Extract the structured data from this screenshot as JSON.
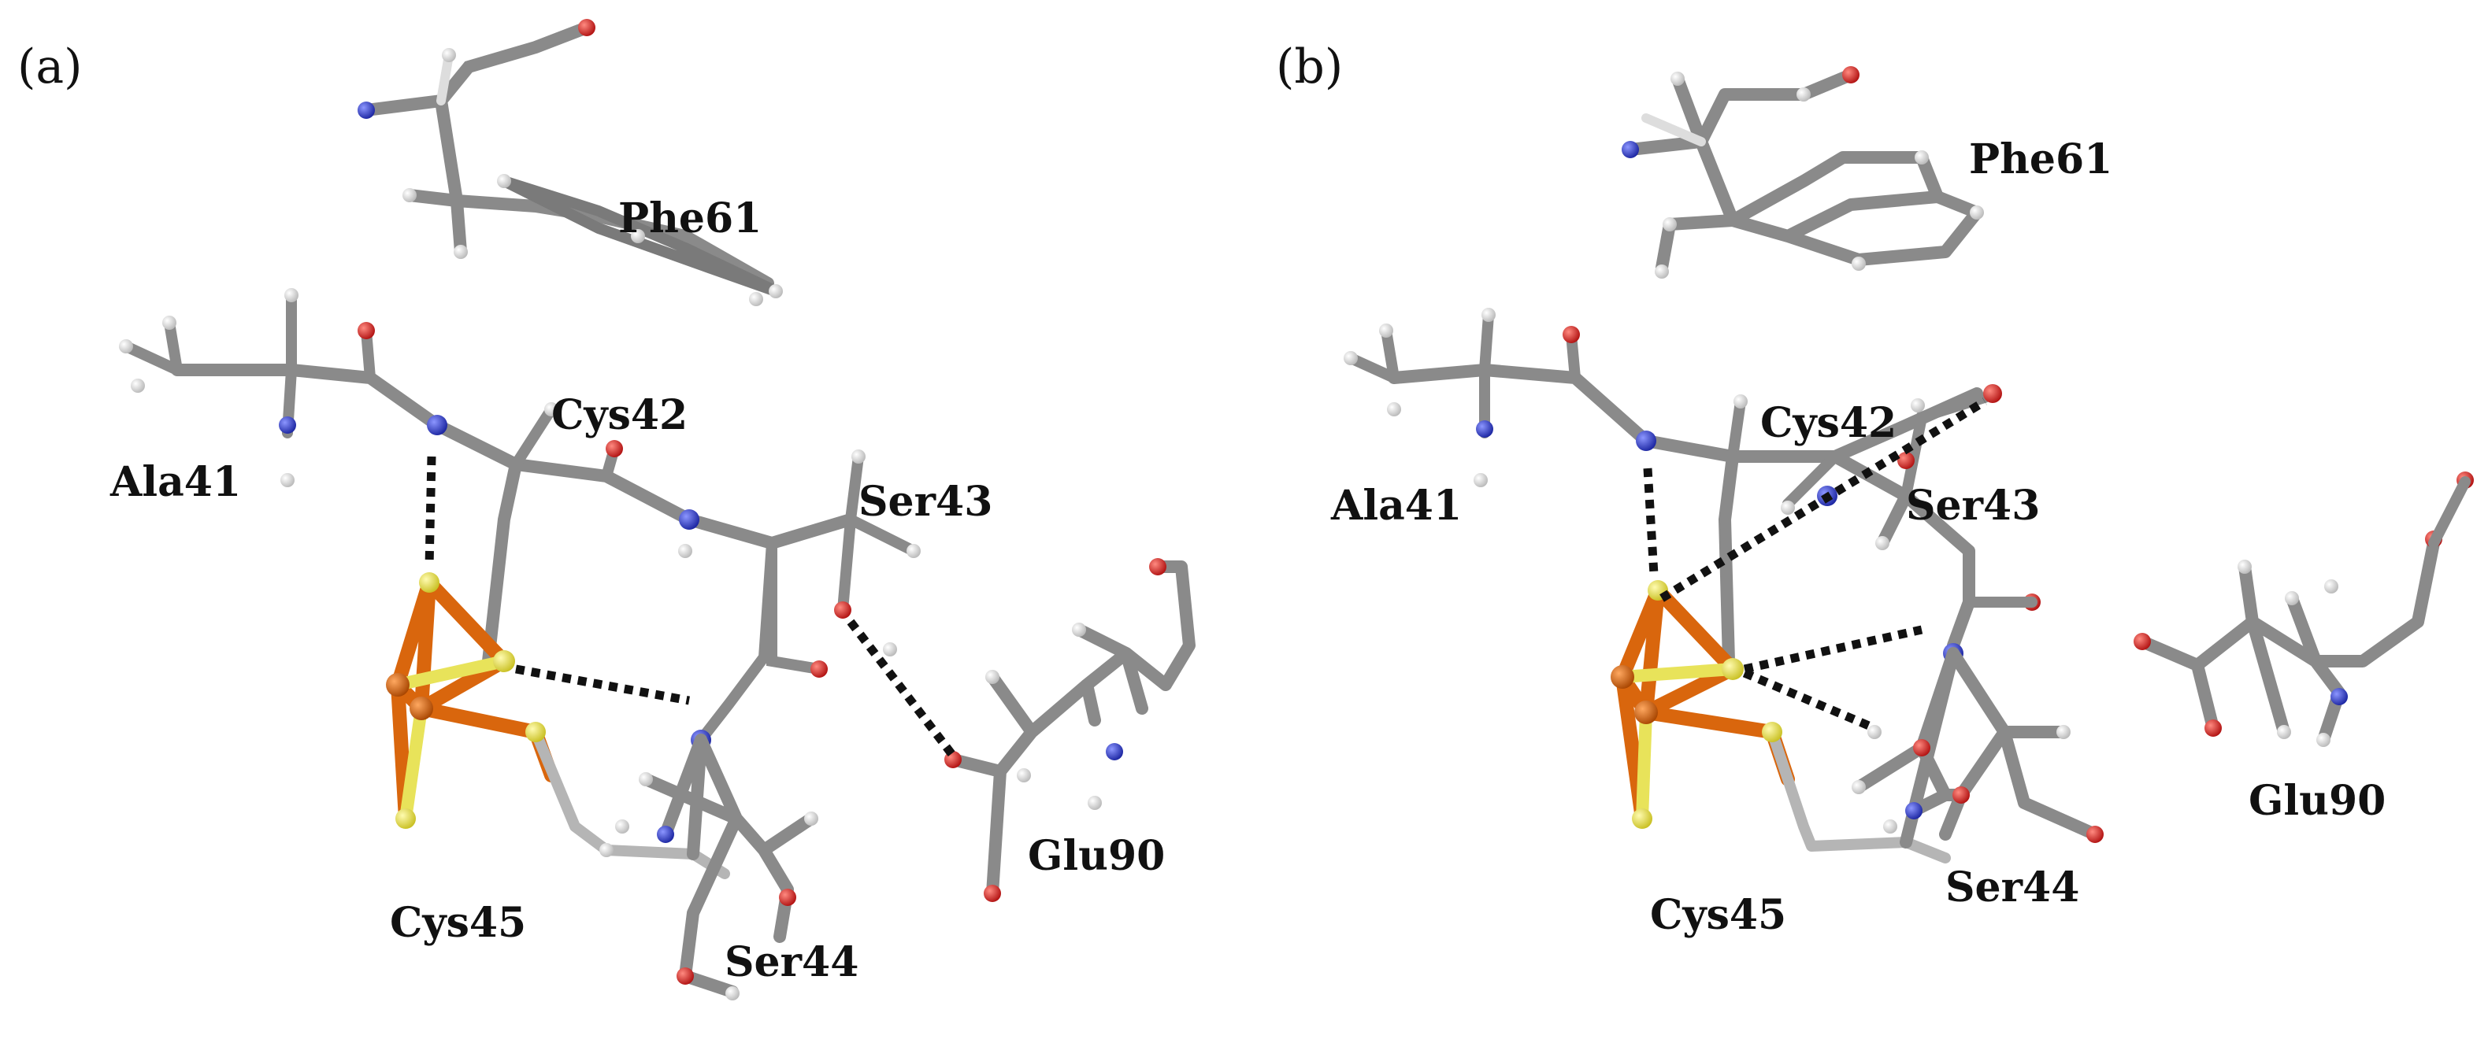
{
  "panels": [
    {
      "id": "a",
      "label": "(a)",
      "residues": [
        "Phe61",
        "Ala41",
        "Cys42",
        "Ser43",
        "Glu90",
        "Cys45",
        "Ser44"
      ]
    },
    {
      "id": "b",
      "label": "(b)",
      "residues": [
        "Phe61",
        "Ala41",
        "Cys42",
        "Ser43",
        "Glu90",
        "Cys45",
        "Ser44"
      ]
    }
  ],
  "colors": {
    "carbon": "#8a8a8a",
    "hydrogen": "#eeeeee",
    "oxygen": "#e8281c",
    "nitrogen": "#2a3ad6",
    "sulfur": "#e8e35a",
    "iron": "#d9660d",
    "hbond": "#111111"
  }
}
